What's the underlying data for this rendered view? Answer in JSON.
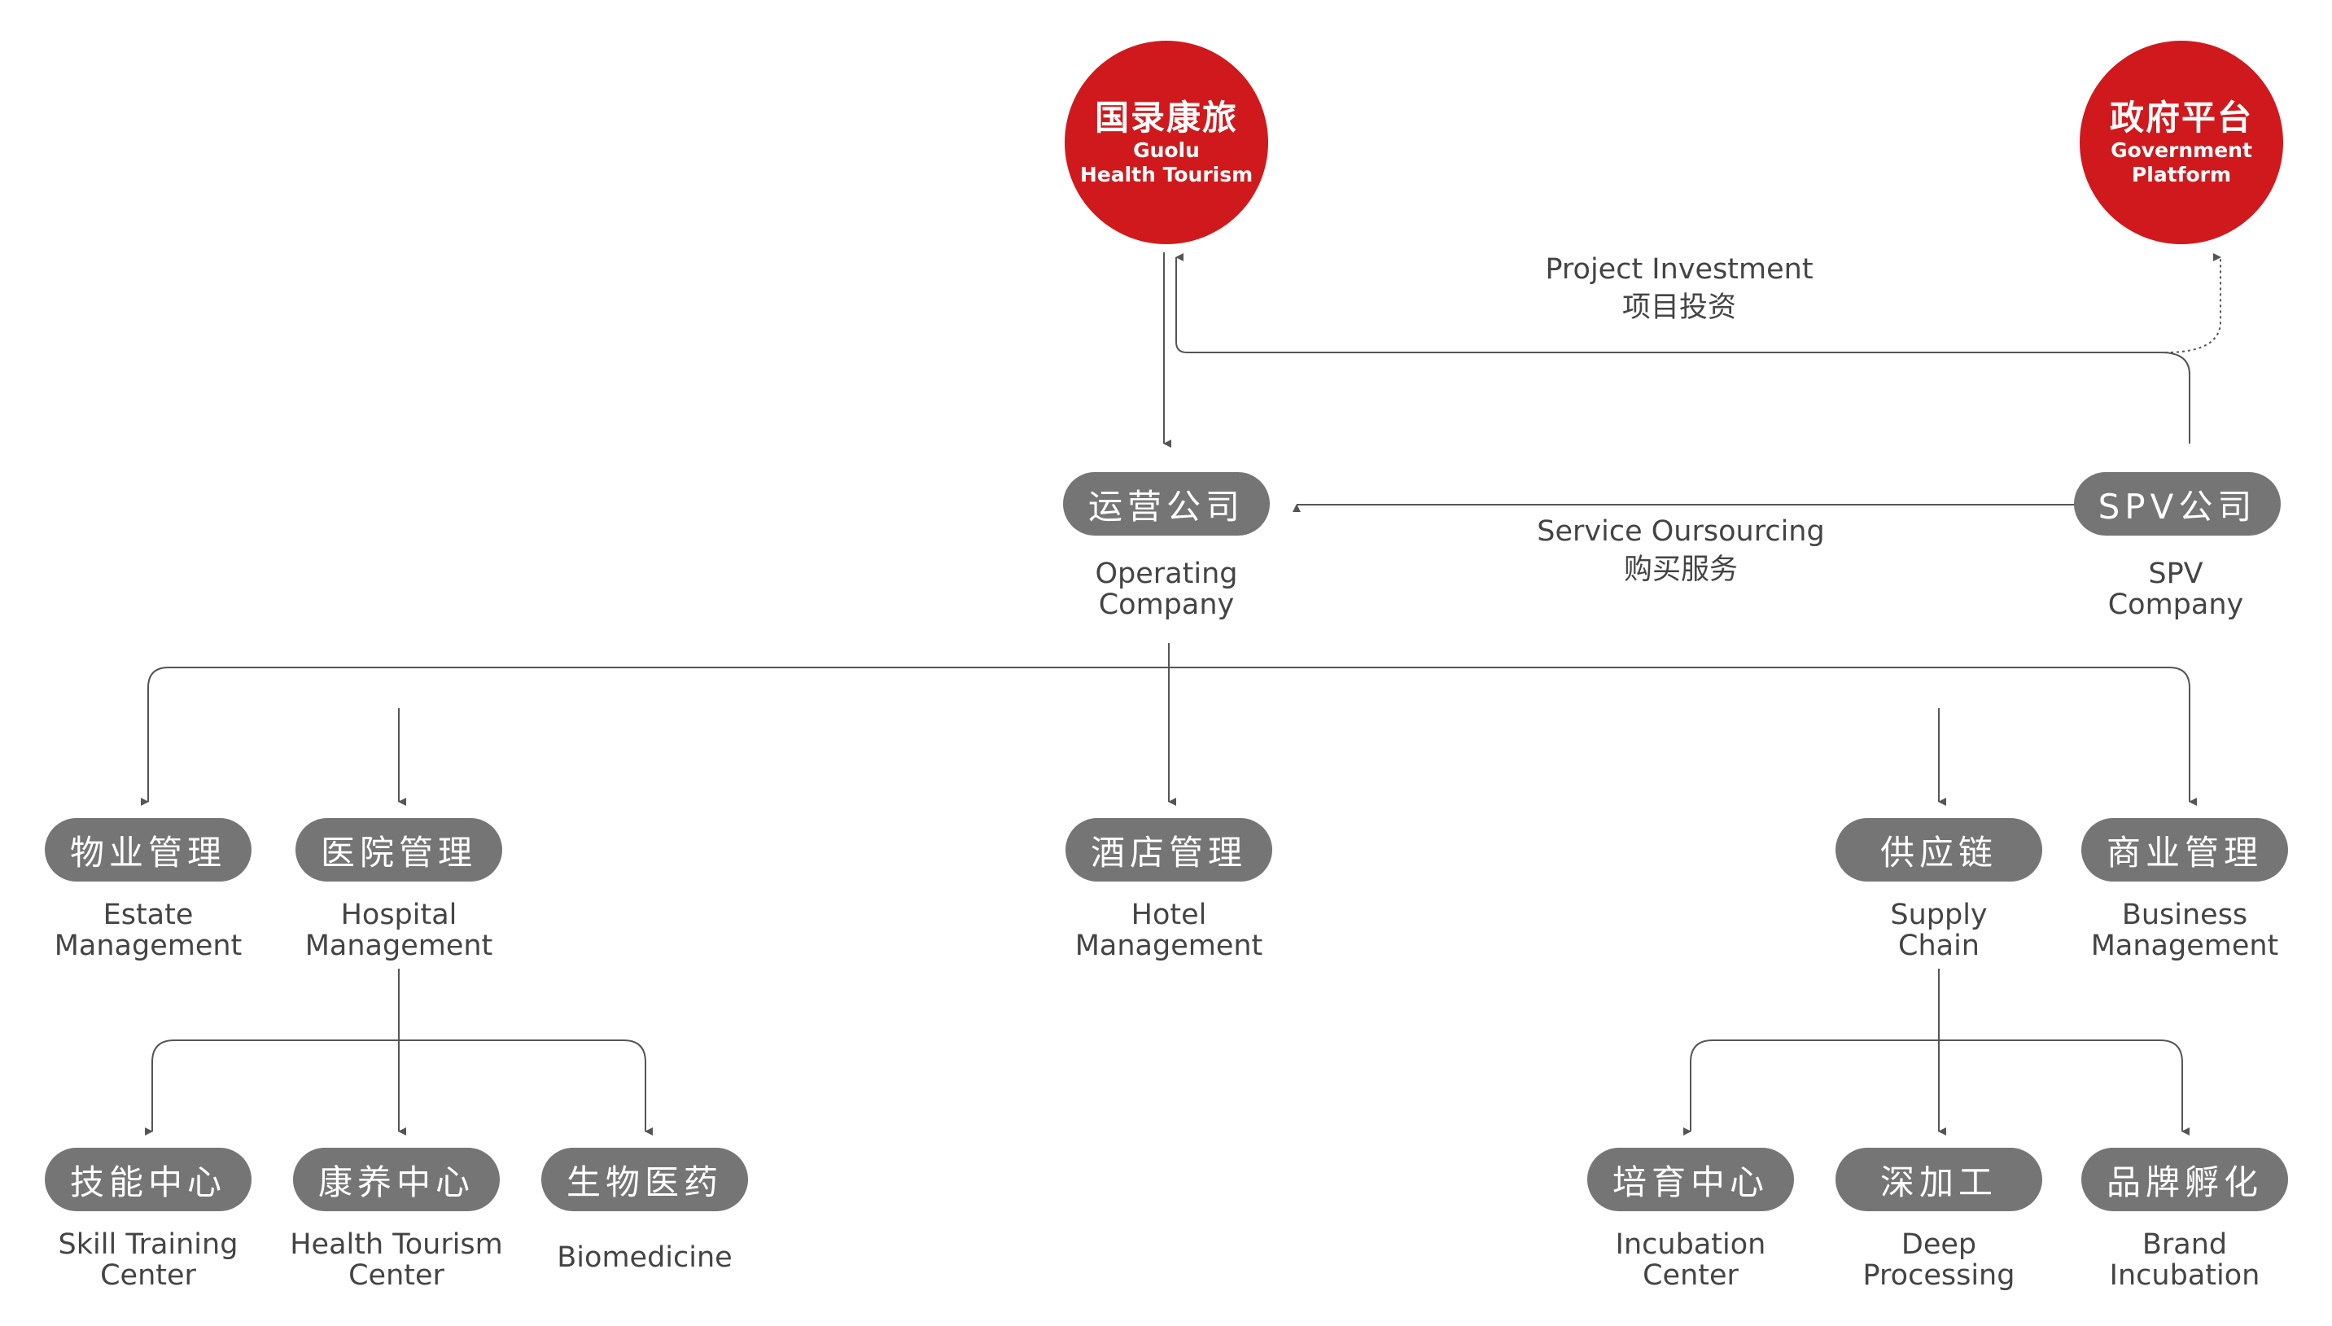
{
  "top_nodes": {
    "guolu": {
      "cn": "国录康旅",
      "en1": "Guolu",
      "en2": "Health Tourism"
    },
    "gov": {
      "cn": "政府平台",
      "en1": "Government",
      "en2": "Platform"
    }
  },
  "edges": {
    "project_investment": {
      "en": "Project Investment",
      "cn": "项目投资"
    },
    "service_outsourcing": {
      "en": "Service Oursourcing",
      "cn": "购买服务"
    }
  },
  "operating": {
    "cn": "运营公司",
    "en1": "Operating",
    "en2": "Company"
  },
  "spv": {
    "cn": "SPV公司",
    "en1": "SPV",
    "en2": "Company"
  },
  "level2": {
    "estate": {
      "cn": "物业管理",
      "en1": "Estate",
      "en2": "Management"
    },
    "hospital": {
      "cn": "医院管理",
      "en1": "Hospital",
      "en2": "Management"
    },
    "hotel": {
      "cn": "酒店管理",
      "en1": "Hotel",
      "en2": "Management"
    },
    "supply": {
      "cn": "供应链",
      "en1": "Supply",
      "en2": "Chain"
    },
    "business": {
      "cn": "商业管理",
      "en1": "Business",
      "en2": "Management"
    }
  },
  "level3": {
    "skill": {
      "cn": "技能中心",
      "en1": "Skill Training",
      "en2": "Center"
    },
    "health": {
      "cn": "康养中心",
      "en1": "Health Tourism",
      "en2": "Center"
    },
    "bio": {
      "cn": "生物医药",
      "en1": "Biomedicine"
    },
    "incubation": {
      "cn": "培育中心",
      "en1": "Incubation",
      "en2": "Center"
    },
    "deep": {
      "cn": "深加工",
      "en1": "Deep",
      "en2": "Processing"
    },
    "brand": {
      "cn": "品牌孵化",
      "en1": "Brand",
      "en2": "Incubation"
    }
  },
  "colors": {
    "brand_red": "#d0191c",
    "pill_gray": "#757575",
    "line": "#555555"
  }
}
